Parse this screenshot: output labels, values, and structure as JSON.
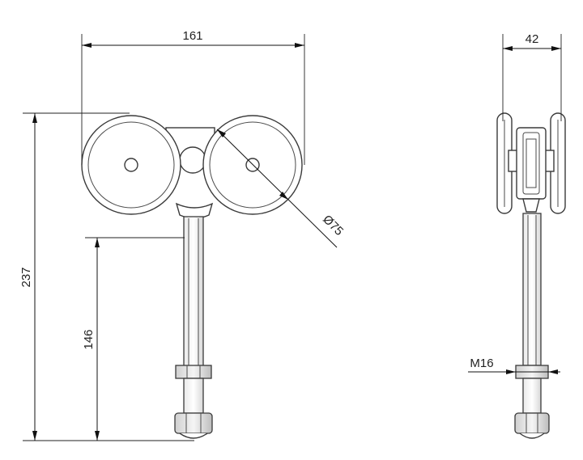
{
  "drawing": {
    "dimensions": {
      "overall_width": "161",
      "overall_height": "237",
      "rod_height": "146",
      "wheel_diameter": "Ø75",
      "side_width": "42",
      "thread": "M16"
    },
    "colors": {
      "line": "#3a3a3a",
      "dimension": "#111111",
      "background": "#ffffff"
    }
  }
}
